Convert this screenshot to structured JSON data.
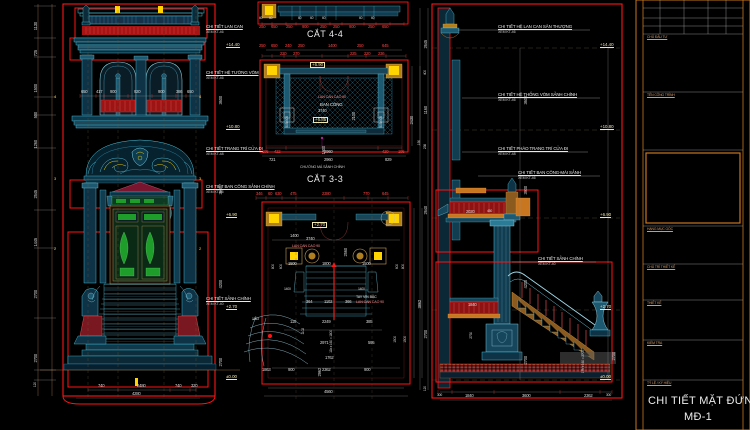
{
  "app": {
    "kind": "cad-drawing-viewer",
    "background": "#000000",
    "sheet_title": "CHI TIẾT MẶT ĐỨNG",
    "sheet_code": "MĐ-1"
  },
  "palette": {
    "background": "#000000",
    "linework_cyan": "#49c6e0",
    "linework_blue": "#2f8fb0",
    "red": "#ff1a1a",
    "dark_red": "#8e1212",
    "yellow": "#ffd400",
    "orange": "#c8761f",
    "white": "#e8e8e8",
    "green": "#1f9d2a",
    "grey": "#9a9a9a",
    "magenta": "#b0209a"
  },
  "views": {
    "elevation": {
      "name": "front-elevation",
      "vertical_dims": [
        "1130",
        "725",
        "1500",
        "500",
        "1260",
        "2545",
        "1445",
        "2700",
        "2700",
        "120"
      ],
      "opening_dims": [
        "650",
        "417",
        "900",
        "920",
        "900",
        "386",
        "650"
      ],
      "base_dims": [
        "740",
        "2480",
        "740",
        "320"
      ],
      "base_total": "4280",
      "left_rail_dim": "2045"
    },
    "section_44": {
      "label": "CẮT 4-4",
      "top_small_dims": [
        "60",
        "60",
        "60",
        "60",
        "60",
        "60",
        "60",
        "60"
      ],
      "dims": [
        "250",
        "650",
        "250",
        "900",
        "250",
        "250",
        "900",
        "250",
        "650"
      ]
    },
    "section_33": {
      "label": "CẮT 3-3",
      "top_dims": [
        "250",
        "650",
        "240",
        "250",
        "1400",
        "250",
        "645"
      ],
      "sub_dims": [
        "220",
        "270",
        "225",
        "220",
        "236"
      ],
      "elev_top": "+6.90",
      "balcony_label": "BAN CÔNG",
      "balcony_dim": "3740",
      "balcony_elev": "+6.85",
      "rail_note": "LAN CAN CAO 90",
      "side_dims": [
        "2430",
        "2100",
        "1900"
      ],
      "right_dims": [
        "2430",
        "190",
        "236"
      ],
      "bottom_dims": [
        "195",
        "422",
        "2960",
        "420",
        "195"
      ],
      "bottom2_dims": [
        "721",
        "2960",
        "829"
      ],
      "awning_note": "CHƯỜNG MÁ SẢNH CHÍNH",
      "col_dims": [
        "505x505",
        "505x505"
      ]
    },
    "section_lower": {
      "top_dims": [
        "346",
        "60",
        "630",
        "475",
        "2380",
        "770",
        "645"
      ],
      "elev": "+2.70",
      "span": "3740",
      "vert_dim": "2560",
      "rail_note": "LAN CAN CAO 90",
      "handrail_note": "TAY VỊN BẬC",
      "mid_dims": [
        "1500",
        "1800",
        "1500"
      ],
      "col_dims": [
        "800",
        "600",
        "1400",
        "1400",
        "600",
        "800"
      ],
      "step_dims": [
        "364",
        "1102",
        "366"
      ],
      "riser_note": "11b x 160 = 1800",
      "bottom_dims": [
        "110",
        "2249",
        "385"
      ],
      "right_dim": "3862",
      "plan_dims": [
        "2971",
        "595",
        "2962",
        "1762",
        "2362",
        "1863",
        "900"
      ],
      "plan_total": "4560"
    },
    "section_right": {
      "notes": [
        {
          "title": "CHI TIẾT HỆ LAN CAN SÂN THƯỢNG",
          "ref": "XEM KT-46"
        },
        {
          "title": "CHI TIẾT HỆ THỐNG VÒM SẢNH CHÍNH",
          "ref": "XEM KT-46"
        },
        {
          "title": "CHI TIẾT PHÀO TRANG TRÍ CỬA ĐI",
          "ref": "XEM KT-48"
        },
        {
          "title": "CHI TIẾT BAN CÔNG-MÁI SẢNH",
          "ref": "XEM KT-46"
        },
        {
          "title": "CHI TIẾT SẢNH CHÍNH",
          "ref": "XEM KT-40"
        }
      ],
      "elevations": [
        "+14.40",
        "+10.80",
        "+6.90",
        "+2.70",
        "±0.00"
      ],
      "level_gaps": [
        "3600",
        "3900",
        "4200",
        "2700"
      ],
      "left_dims": [
        "2645",
        "400",
        "1160",
        "2640",
        "2700",
        "120"
      ],
      "riser_note": "17b x 160 = 2700",
      "bottom_dims": [
        "300",
        "1840",
        "3600",
        "2362",
        "300"
      ],
      "inner_dims": [
        "1840",
        "2730",
        "2020",
        "450"
      ],
      "vert_right": [
        "4200",
        "2350",
        "2700"
      ]
    }
  },
  "elevation_markers_left": {
    "notes": [
      {
        "title": "CHI TIẾT LAN CAN",
        "ref": "XEM KT-46"
      },
      {
        "title": "CHI TIẾT HỆ TƯỜNG VÒM",
        "ref": "XEM KT-46"
      },
      {
        "title": "CHI TIẾT TRANG TRÍ CỬA ĐI",
        "ref": "XEM KT-48"
      },
      {
        "title": "CHI TIẾT BAN CÔNG SẢNH CHÍNH",
        "ref": "XEM KT-46"
      },
      {
        "title": "CHI TIẾT SẢNH CHÍNH",
        "ref": "XEM KT-40"
      }
    ],
    "elevations": [
      "+14.40",
      "+10.80",
      "+6.90",
      "+2.70",
      "±0.00"
    ],
    "gaps": [
      "3600",
      "3900",
      "4200",
      "2700"
    ]
  },
  "section_markers": [
    "4",
    "4",
    "3",
    "3",
    "2",
    "2"
  ],
  "title_block": {
    "fields": [
      "CHỦ ĐẦU TƯ",
      "TÊN CÔNG TRÌNH",
      "",
      "HẠNG MỤC GỐC",
      "CHỦ TRÌ THIẾT KẾ",
      "THIẾT KẾ",
      "KIỂM TRA",
      "TỶ LỆ / KÝ HIỆU"
    ],
    "sheet_title": "CHI TIẾT MẶT ĐỨNG",
    "sheet_code": "MĐ-1"
  }
}
